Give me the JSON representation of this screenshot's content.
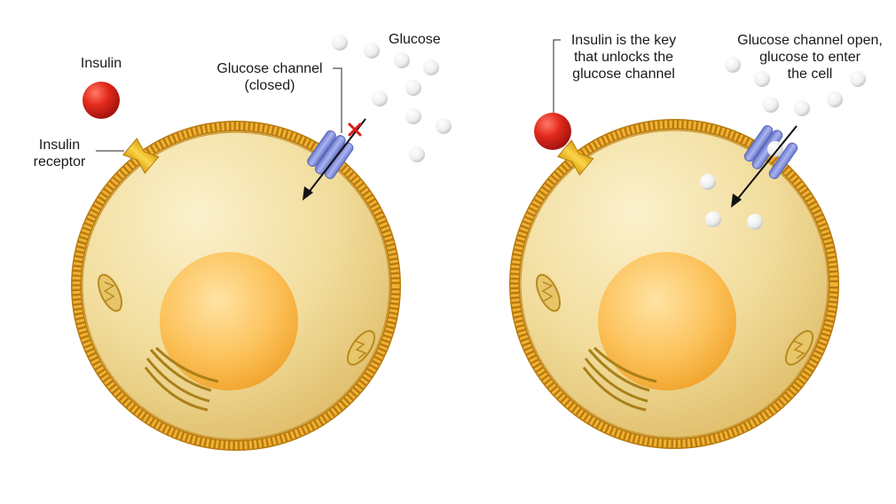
{
  "labels": {
    "insulin": "Insulin",
    "insulin_receptor": [
      "Insulin",
      "receptor"
    ],
    "glucose_channel_closed": [
      "Glucose channel",
      "(closed)"
    ],
    "glucose": "Glucose",
    "insulin_key": [
      "Insulin is the key",
      "that unlocks the",
      "glucose channel"
    ],
    "glucose_channel_open": [
      "Glucose channel open,",
      "glucose to enter",
      "the cell"
    ]
  },
  "colors": {
    "membrane": "#e9a424",
    "cytoplasm": "#f3dfa0",
    "nucleus": "#f7b23a",
    "insulin": "#dc2a1e",
    "receptor": "#f2c22c",
    "channel": "#8d9be0",
    "blocked_x": "#e01b1b"
  }
}
